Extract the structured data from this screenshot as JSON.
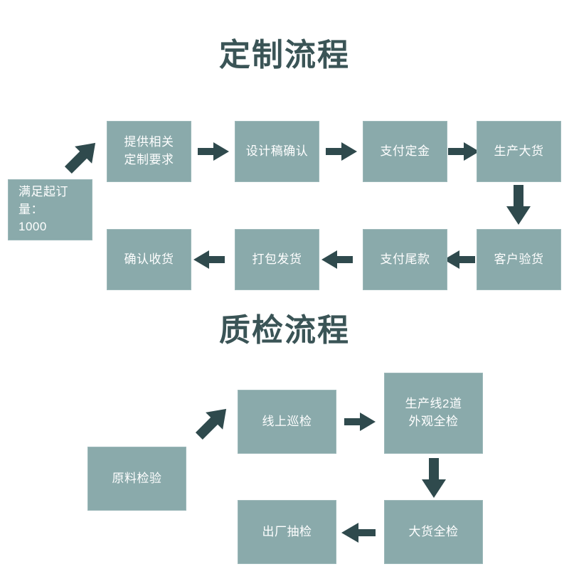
{
  "page": {
    "background": "#ffffff",
    "node_fill": "#8aaaab",
    "node_text_color": "#ffffff",
    "arrow_color": "#2f4a4d",
    "title_color": "#3a5456"
  },
  "sections": [
    {
      "id": "customization",
      "title": "定制流程",
      "nodes": [
        {
          "id": "moq",
          "label": "满足起订量：\n1000"
        },
        {
          "id": "requirements",
          "label": "提供相关\n定制要求"
        },
        {
          "id": "design",
          "label": "设计稿确认"
        },
        {
          "id": "deposit",
          "label": "支付定金"
        },
        {
          "id": "production",
          "label": "生产大货"
        },
        {
          "id": "inspection",
          "label": "客户验货"
        },
        {
          "id": "balance",
          "label": "支付尾款"
        },
        {
          "id": "packing",
          "label": "打包发货"
        },
        {
          "id": "receipt",
          "label": "确认收货"
        }
      ],
      "arrows": [
        {
          "id": "moq-to-requirements",
          "direction": "up-right"
        },
        {
          "id": "requirements-to-design",
          "direction": "right"
        },
        {
          "id": "design-to-deposit",
          "direction": "right"
        },
        {
          "id": "deposit-to-production",
          "direction": "right"
        },
        {
          "id": "production-to-inspection",
          "direction": "down"
        },
        {
          "id": "inspection-to-balance",
          "direction": "left"
        },
        {
          "id": "balance-to-packing",
          "direction": "left"
        },
        {
          "id": "packing-to-receipt",
          "direction": "left"
        }
      ]
    },
    {
      "id": "quality-control",
      "title": "质检流程",
      "nodes": [
        {
          "id": "raw-material",
          "label": "原料检验"
        },
        {
          "id": "online-patrol",
          "label": "线上巡检"
        },
        {
          "id": "line2-appearance",
          "label": "生产线2道\n外观全检"
        },
        {
          "id": "bulk-full-check",
          "label": "大货全检"
        },
        {
          "id": "factory-sample",
          "label": "出厂抽检"
        }
      ],
      "arrows": [
        {
          "id": "raw-to-patrol",
          "direction": "up-right"
        },
        {
          "id": "patrol-to-line2",
          "direction": "right"
        },
        {
          "id": "line2-to-bulk",
          "direction": "down"
        },
        {
          "id": "bulk-to-factory",
          "direction": "left"
        }
      ]
    }
  ]
}
